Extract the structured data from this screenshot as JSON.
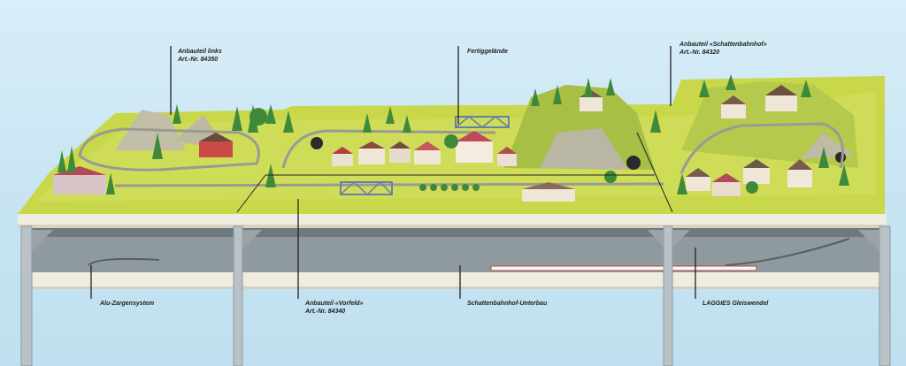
{
  "labels": {
    "left_module": {
      "title": "Anbauteil links",
      "artnr": "Art.-Nr. 84350"
    },
    "finished_terrain": {
      "title": "Fertiggelände"
    },
    "shadow_station_module": {
      "title": "Anbauteil «Schattenbahnhof»",
      "artnr": "Art.-Nr. 84320"
    },
    "alu_frame": {
      "title": "Alu-Zargensystem"
    },
    "front_module": {
      "title": "Anbauteil «Vorfeld»",
      "artnr": "Art.-Nr. 84340"
    },
    "shadow_station_base": {
      "title": "Schattenbahnhof-Unterbau"
    },
    "helix": {
      "title": "LAGGIES Gleiswendel"
    }
  },
  "colors": {
    "sky": "#c6e3f2",
    "terrain": "#c9d84a",
    "trees": "#3f8a3a",
    "rock": "#c9c6b2",
    "frame": "#b9c2c6",
    "baseboard": "#f1ece0"
  }
}
